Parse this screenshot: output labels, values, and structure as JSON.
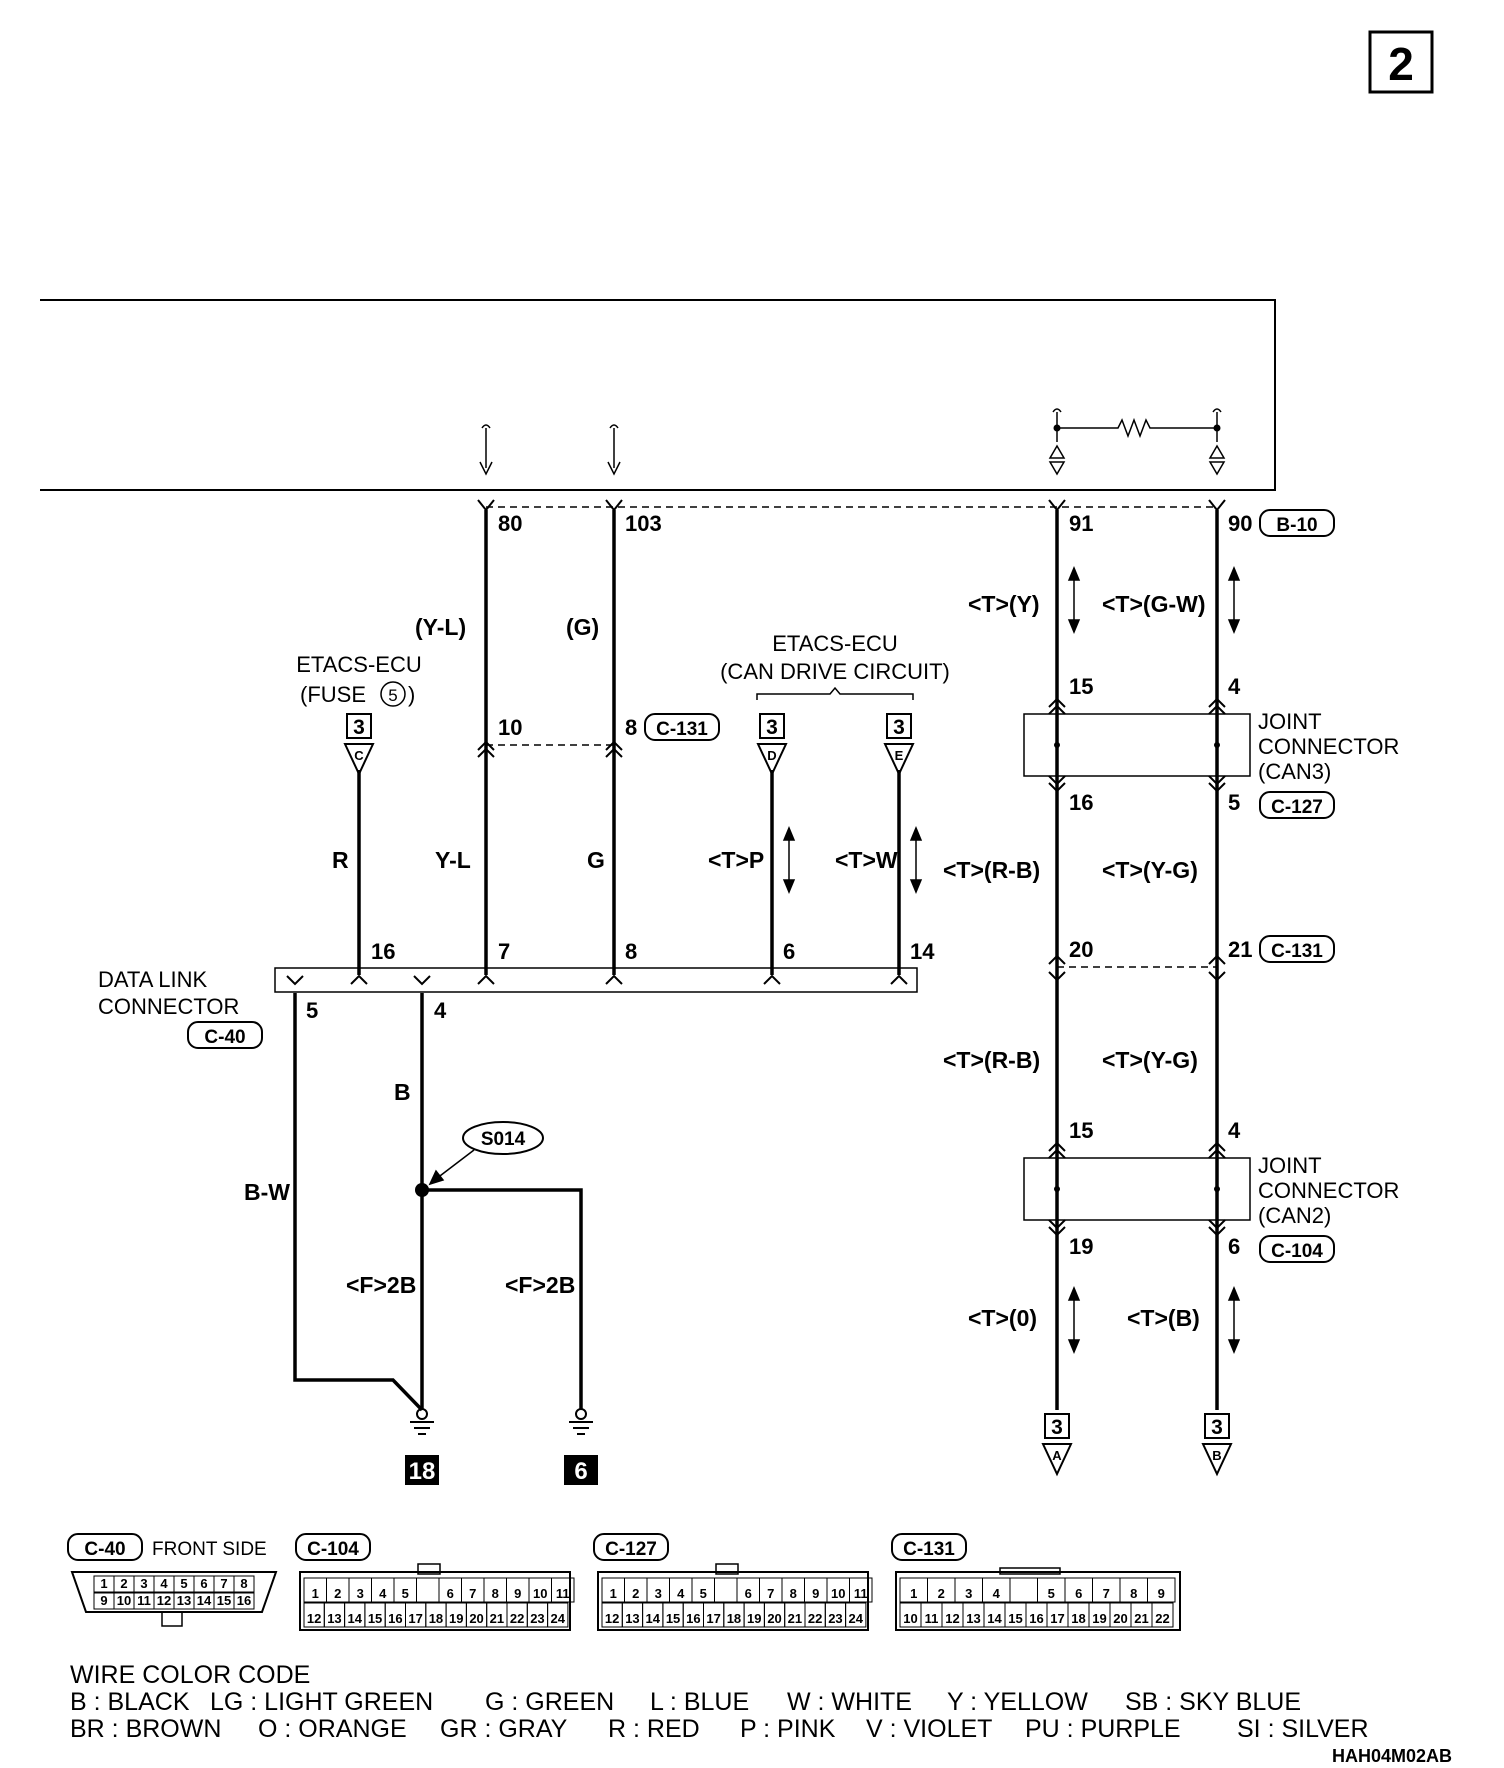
{
  "page_number": "2",
  "drawing_code": "HAH04M02AB",
  "ecu_pins": {
    "p80": "80",
    "p103": "103",
    "p91": "91",
    "p90": "90",
    "b10": "B-10"
  },
  "wires": {
    "yl_paren": "(Y-L)",
    "g_paren": "(G)",
    "t_y": "<T>(Y)",
    "t_gw": "<T>(G-W)",
    "r": "R",
    "yl": "Y-L",
    "g": "G",
    "t_p": "<T>P",
    "t_w": "<T>W",
    "t_rb_1": "<T>(R-B)",
    "t_yg_1": "<T>(Y-G)",
    "t_rb_2": "<T>(R-B)",
    "t_yg_2": "<T>(Y-G)",
    "t_0": "<T>(0)",
    "t_b": "<T>(B)",
    "b": "B",
    "bw": "B-W",
    "f2b_1": "<F>2B",
    "f2b_2": "<F>2B"
  },
  "etacs_fuse": {
    "line1": "ETACS-ECU",
    "line2": "(FUSE",
    "fuse_no": "5",
    "line2_end": ")"
  },
  "etacs_can": {
    "line1": "ETACS-ECU",
    "line2": "(CAN DRIVE CIRCUIT)"
  },
  "refs": {
    "c_page": "3",
    "c_letter": "C",
    "d_page": "3",
    "d_letter": "D",
    "e_page": "3",
    "e_letter": "E",
    "a_page": "3",
    "a_letter": "A",
    "b_page": "3",
    "b_letter": "B"
  },
  "c131_mid": {
    "pin10": "10",
    "pin8": "8",
    "label": "C-131"
  },
  "joint_can3": {
    "line1": "JOINT",
    "line2": "CONNECTOR",
    "line3": "(CAN3)",
    "pin15": "15",
    "pin4": "4",
    "pin16": "16",
    "pin5": "5",
    "code": "C-127"
  },
  "c131_right": {
    "pin20": "20",
    "pin21": "21",
    "label": "C-131"
  },
  "joint_can2": {
    "line1": "JOINT",
    "line2": "CONNECTOR",
    "line3": "(CAN2)",
    "pin15": "15",
    "pin4": "4",
    "pin19": "19",
    "pin6": "6",
    "code": "C-104"
  },
  "dlc": {
    "line1": "DATA LINK",
    "line2": "CONNECTOR",
    "code": "C-40",
    "pins_top": [
      "16",
      "7",
      "8",
      "6",
      "14"
    ],
    "pins_bottom": [
      "5",
      "4"
    ]
  },
  "splice": "S014",
  "grounds": [
    "18",
    "6"
  ],
  "connector_views": {
    "c40": {
      "code": "C-40",
      "side": "FRONT SIDE",
      "row1": [
        "1",
        "2",
        "3",
        "4",
        "5",
        "6",
        "7",
        "8"
      ],
      "row2": [
        "9",
        "10",
        "11",
        "12",
        "13",
        "14",
        "15",
        "16"
      ]
    },
    "c104": {
      "code": "C-104",
      "row1": [
        "1",
        "2",
        "3",
        "4",
        "5",
        "",
        "6",
        "7",
        "8",
        "9",
        "10",
        "11"
      ],
      "row2": [
        "12",
        "13",
        "14",
        "15",
        "16",
        "17",
        "18",
        "19",
        "20",
        "21",
        "22",
        "23",
        "24"
      ]
    },
    "c127": {
      "code": "C-127",
      "row1": [
        "1",
        "2",
        "3",
        "4",
        "5",
        "",
        "6",
        "7",
        "8",
        "9",
        "10",
        "11"
      ],
      "row2": [
        "12",
        "13",
        "14",
        "15",
        "16",
        "17",
        "18",
        "19",
        "20",
        "21",
        "22",
        "23",
        "24"
      ]
    },
    "c131": {
      "code": "C-131",
      "row1": [
        "1",
        "2",
        "3",
        "4",
        "",
        "5",
        "6",
        "7",
        "8",
        "9"
      ],
      "row2": [
        "10",
        "11",
        "12",
        "13",
        "14",
        "15",
        "16",
        "17",
        "18",
        "19",
        "20",
        "21",
        "22"
      ]
    }
  },
  "wire_color_code": {
    "title": "WIRE COLOR CODE",
    "row1": [
      "B : BLACK",
      "LG : LIGHT GREEN",
      "G : GREEN",
      "L : BLUE",
      "W : WHITE",
      "Y : YELLOW",
      "SB : SKY BLUE"
    ],
    "row2": [
      "BR : BROWN",
      "O : ORANGE",
      "GR : GRAY",
      "R : RED",
      "P : PINK",
      "V : VIOLET",
      "PU : PURPLE",
      "SI : SILVER"
    ]
  }
}
